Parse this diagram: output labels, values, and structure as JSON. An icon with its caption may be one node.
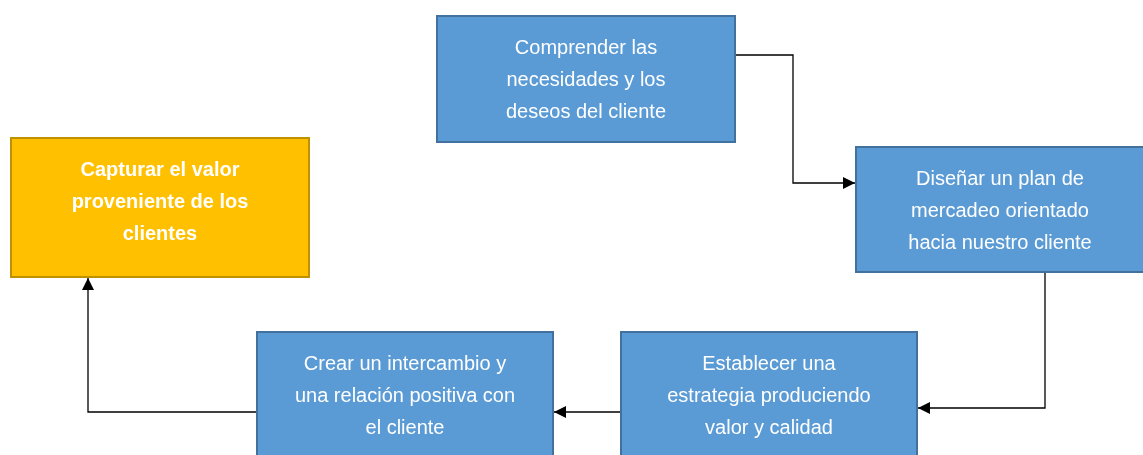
{
  "diagram": {
    "nodes": [
      {
        "text": [
          "Comprender las necesidades y los deseos del cliente"
        ]
      },
      {
        "text": [
          "Diseñar un plan de mercadeo orientado hacia nuestro cliente"
        ]
      },
      {
        "text": [
          "Establecer una estrategia produciendo valor y calidad"
        ]
      },
      {
        "text": [
          "Crear un intercambio y una relación positiva con el cliente"
        ]
      },
      {
        "text": [
          "Capturar el valor proveniente de los clientes"
        ]
      }
    ],
    "edges": [
      {
        "from": 0,
        "to": 1,
        "arrow": "to"
      },
      {
        "from": 1,
        "to": 2,
        "arrow": "to"
      },
      {
        "from": 2,
        "to": 3,
        "arrow": "to"
      },
      {
        "from": 3,
        "to": 4,
        "arrow": "to"
      }
    ]
  }
}
